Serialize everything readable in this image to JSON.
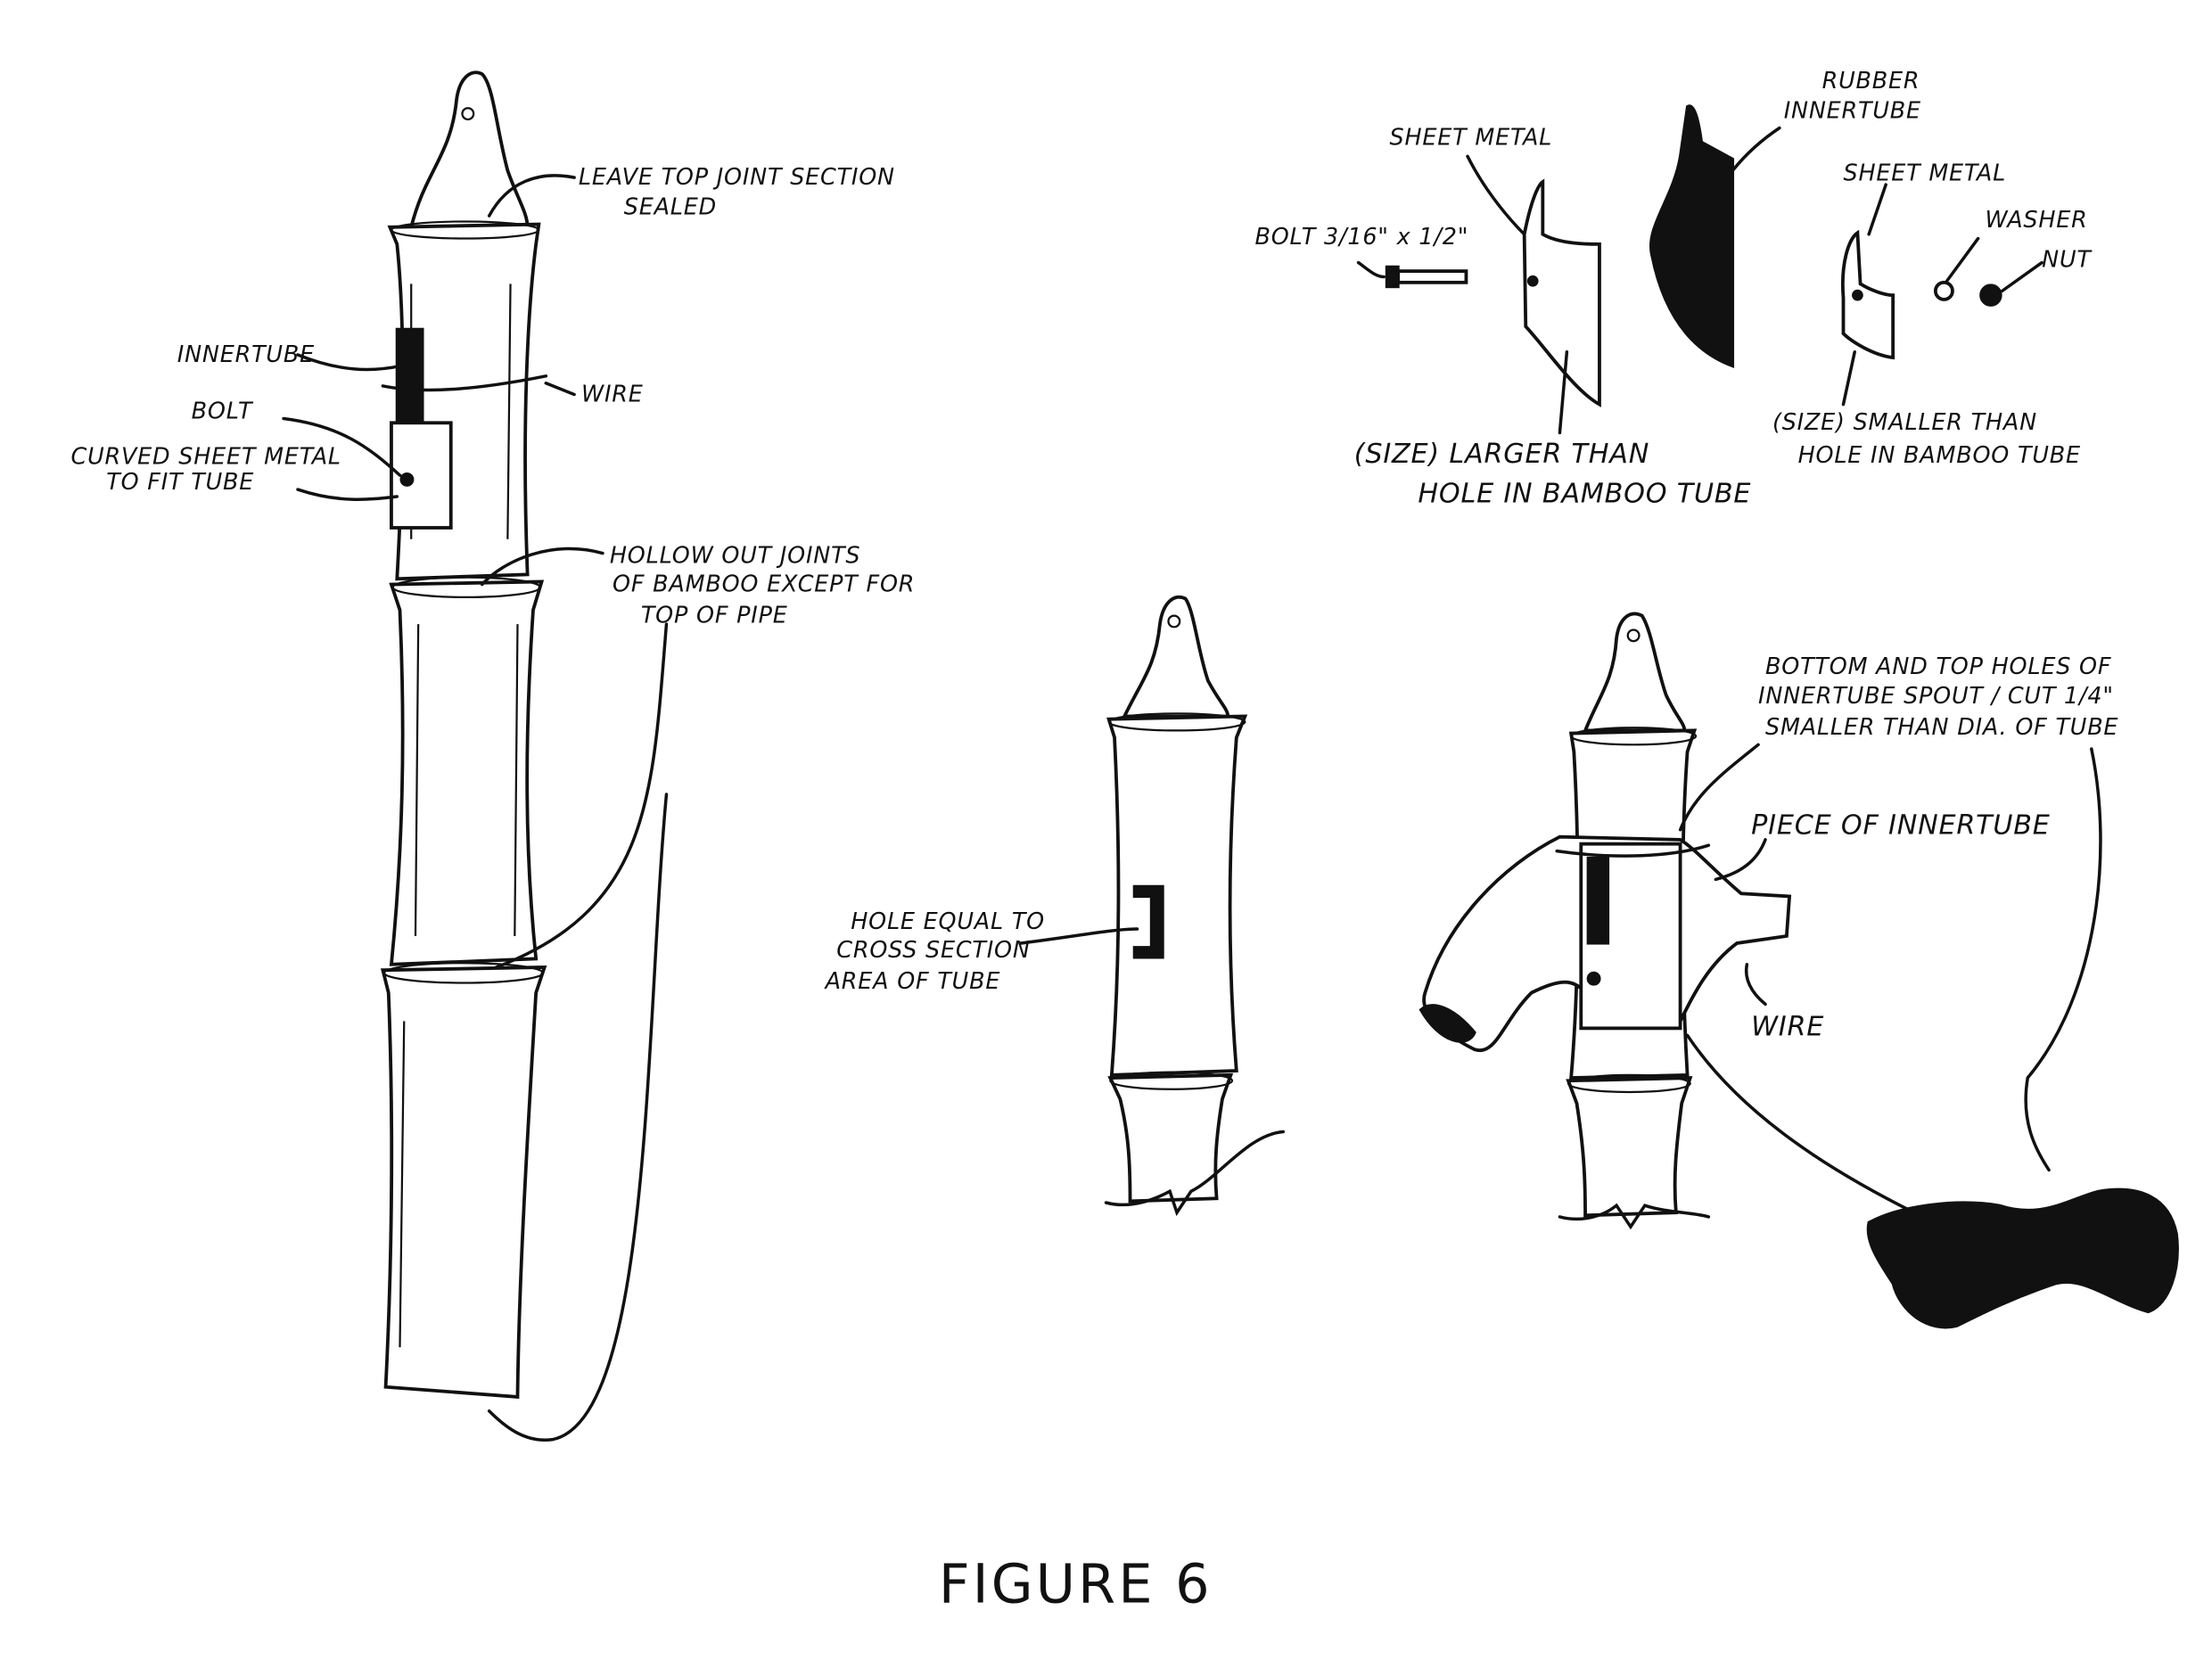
{
  "figure": {
    "caption": "FIGURE 6"
  },
  "pipe_labels": {
    "top_joint": [
      "LEAVE TOP JOINT SECTION",
      "SEALED"
    ],
    "innertube": "INNERTUBE",
    "wire": "WIRE",
    "bolt": "BOLT",
    "curved_sheet_metal": [
      "CURVED SHEET METAL",
      "TO FIT TUBE"
    ],
    "hollow_out": [
      "HOLLOW OUT JOINTS",
      "OF BAMBOO EXCEPT FOR",
      "TOP OF PIPE"
    ]
  },
  "parts_labels": {
    "sheet_metal_large": "SHEET METAL",
    "rubber_innertube": [
      "RUBBER",
      "INNERTUBE"
    ],
    "bolt_size": "BOLT 3/16\" x 1/2\"",
    "sheet_metal_small": "SHEET METAL",
    "washer": "WASHER",
    "nut": "NUT",
    "larger_than": [
      "(SIZE) LARGER THAN",
      "HOLE IN BAMBOO TUBE"
    ],
    "smaller_than": [
      "(SIZE) SMALLER THAN",
      "HOLE IN BAMBOO TUBE"
    ]
  },
  "hole_labels": {
    "hole_equal": [
      "HOLE EQUAL TO",
      "CROSS SECTION",
      "AREA OF TUBE"
    ]
  },
  "assembly_labels": {
    "spout_holes": [
      "BOTTOM AND TOP HOLES OF",
      "INNERTUBE SPOUT / CUT 1/4\"",
      "SMALLER THAN DIA. OF TUBE"
    ],
    "piece_of_innertube": "PIECE OF INNERTUBE",
    "wire": "WIRE"
  }
}
